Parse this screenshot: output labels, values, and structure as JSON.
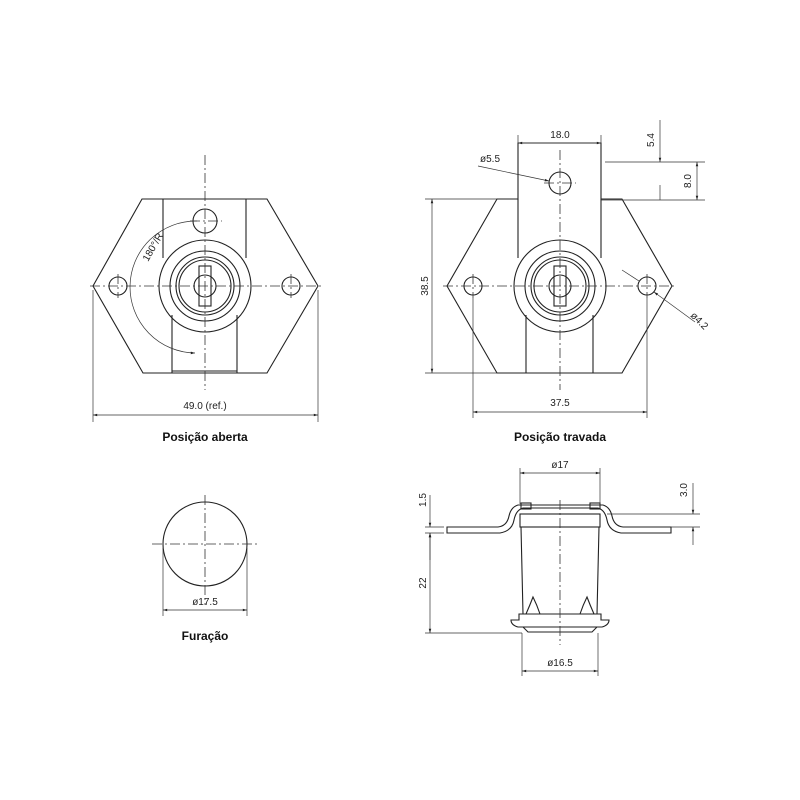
{
  "views": {
    "open": {
      "caption": "Posição aberta",
      "width_dim": "49.0 (ref.)",
      "rotation_note": "180°/R"
    },
    "locked": {
      "caption": "Posição travada",
      "tab_width_dim": "18.0",
      "tab_offset_dim": "5.4",
      "tab_height_dim": "8.0",
      "tab_hole_dim": "ø5.5",
      "height_dim": "38.5",
      "hole_spacing_dim": "37.5",
      "side_hole_dim": "ø4.2"
    },
    "drilling": {
      "caption": "Furação",
      "diameter_dim": "ø17.5"
    },
    "side": {
      "top_diameter_dim": "ø17",
      "bottom_diameter_dim": "ø16.5",
      "flange_offset_dim": "3.0",
      "plate_thickness_dim": "1.5",
      "body_length_dim": "22"
    }
  }
}
